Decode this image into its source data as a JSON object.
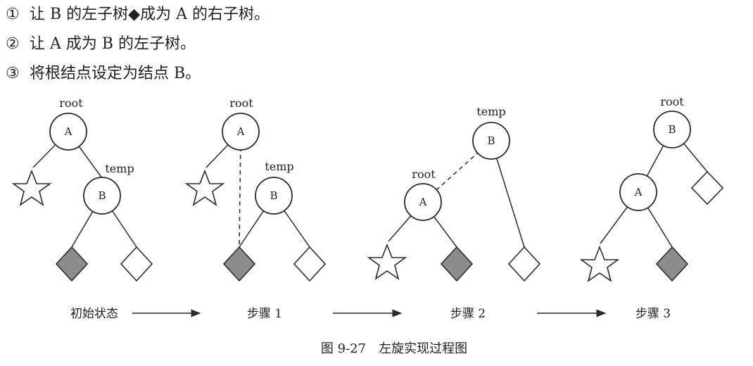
{
  "steps": [
    {
      "num": "①",
      "text": "让 B 的左子树◆成为 A 的右子树。"
    },
    {
      "num": "②",
      "text": "让 A 成为 B 的左子树。"
    },
    {
      "num": "③",
      "text": "将根结点设定为结点 B。"
    }
  ],
  "labels": {
    "root": "root",
    "temp": "temp",
    "node_a": "A",
    "node_b": "B"
  },
  "stages": [
    "初始状态",
    "步骤 1",
    "步骤 2",
    "步骤 3"
  ],
  "caption": "图 9-27　左旋实现过程图",
  "colors": {
    "line": "#2a2a2a",
    "filled_diamond": "#8c8c8c",
    "empty_shape": "#ffffff"
  }
}
